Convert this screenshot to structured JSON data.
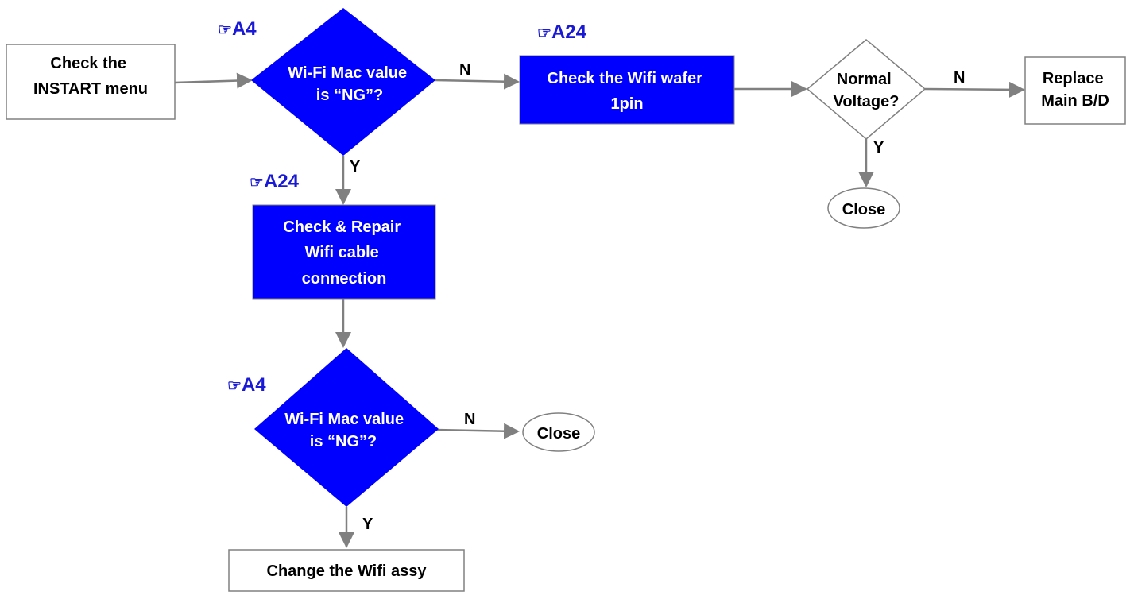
{
  "nodes": {
    "instart": {
      "lines": [
        "Check the",
        "INSTART menu"
      ]
    },
    "mac1": {
      "lines": [
        "Wi-Fi Mac value",
        "is “NG”?"
      ]
    },
    "wafer": {
      "lines": [
        "Check the Wifi wafer",
        "1pin"
      ]
    },
    "voltage": {
      "lines": [
        "Normal",
        "Voltage?"
      ]
    },
    "replace": {
      "lines": [
        "Replace",
        "Main B/D"
      ]
    },
    "close_top": {
      "lines": [
        "Close"
      ]
    },
    "repair": {
      "lines": [
        "Check & Repair",
        "Wifi cable",
        "connection"
      ]
    },
    "mac2": {
      "lines": [
        "Wi-Fi Mac value",
        "is “NG”?"
      ]
    },
    "close_bottom": {
      "lines": [
        "Close"
      ]
    },
    "change": {
      "lines": [
        "Change the Wifi assy"
      ]
    }
  },
  "refs": {
    "mac1": "A4",
    "wafer": "A24",
    "repair": "A24",
    "mac2": "A4",
    "glyph": "☞"
  },
  "edge_labels": {
    "mac1_no": "N",
    "mac1_yes": "Y",
    "voltage_no": "N",
    "voltage_yes": "Y",
    "mac2_no": "N",
    "mac2_yes": "Y"
  },
  "colors": {
    "process_fill": "#0000ff",
    "process_text": "#ffffff",
    "plain_text": "#000000",
    "connector": "#808080",
    "outline": "#808080",
    "ref_text": "#1a1ad6"
  }
}
